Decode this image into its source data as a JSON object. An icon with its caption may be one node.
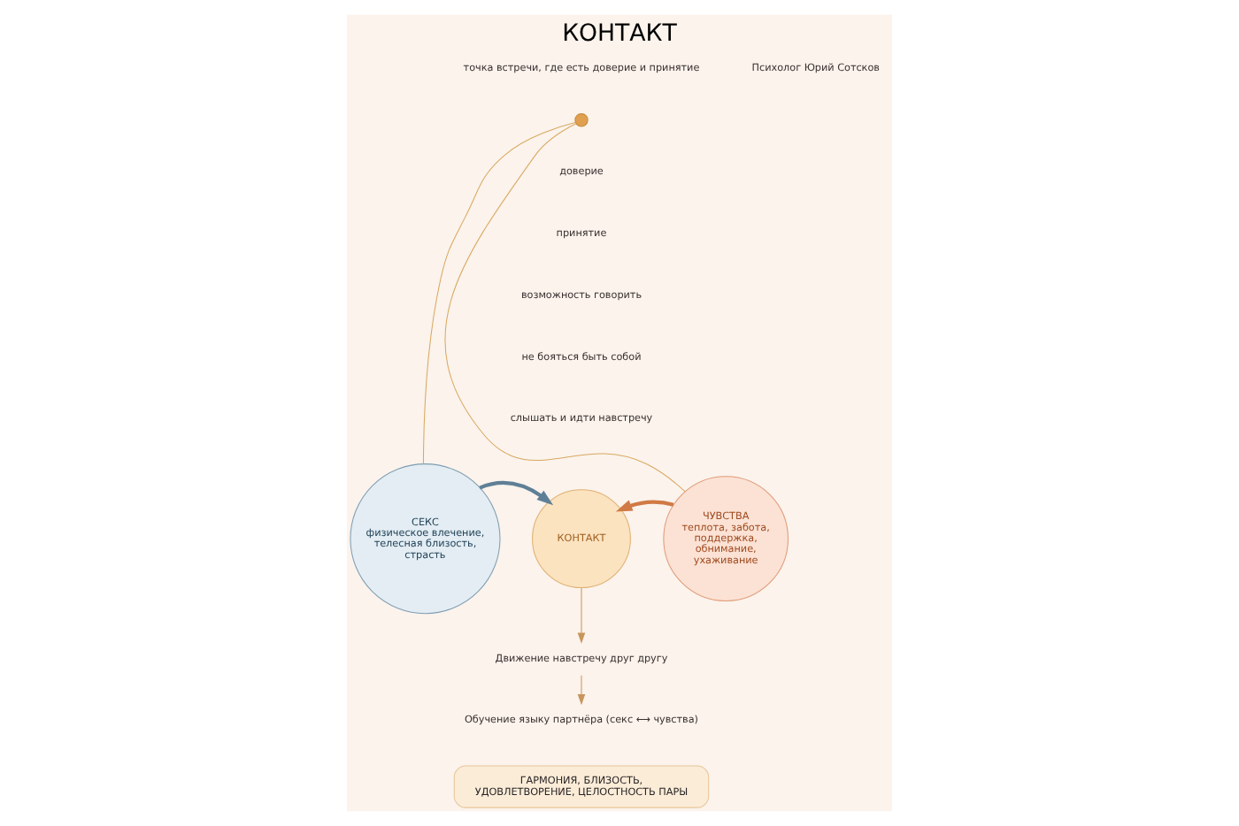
{
  "diagram": {
    "title": "КОНТАКТ",
    "nodes": [
      {
        "text": [
          "СЕКС",
          "физическое влечение, телесная близость, страсть"
        ]
      },
      {
        "text": [
          "КОНТАКТ"
        ]
      },
      {
        "text": [
          "ЧУВСТВА",
          "теплота, забота, поддержка, обнимание, ухаживание"
        ]
      },
      {
        "text": [],
        "shape": "circle"
      },
      {
        "text": [
          "Движение навстречу друг другу"
        ]
      },
      {
        "text": [
          "Обучение языку партнёра (секс ⟷ чувства)"
        ]
      },
      {
        "text": [
          "ГАРМОНИЯ, БЛИЗОСТЬ,",
          "УДОВЛЕТВОРЕНИЕ, ЦЕЛОСТНОСТЬ ПАРЫ"
        ]
      }
    ],
    "edges": [
      {
        "from": 0,
        "to": 3,
        "arrow": "none",
        "color": "#d9a860"
      },
      {
        "from": 3,
        "to": 2,
        "arrow": "none",
        "color": "#d9a860"
      },
      {
        "from": 0,
        "to": 1,
        "arrow": "to",
        "style": "thick",
        "color": "#5f7f96"
      },
      {
        "from": 2,
        "to": 1,
        "arrow": "to",
        "style": "thick",
        "color": "#d07a45"
      },
      {
        "from": 1,
        "to": 4,
        "arrow": "to"
      },
      {
        "from": 4,
        "to": 5,
        "arrow": "to"
      }
    ],
    "labels": [
      "Психолог Юрий Сотсков",
      "точка встречи, где есть доверие и принятие",
      "доверие",
      "принятие",
      "возможность говорить",
      "не бояться быть собой",
      "слышать и идти навстречу"
    ]
  }
}
